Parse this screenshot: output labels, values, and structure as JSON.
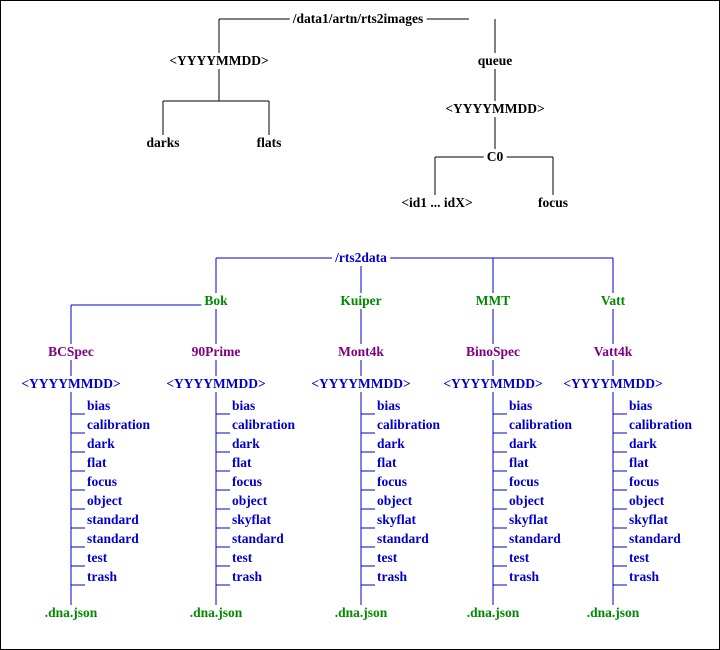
{
  "colors": {
    "black": "#000000",
    "blue": "#0000cc",
    "green": "#008a00",
    "purple": "#800080"
  },
  "top_tree": {
    "root": "/data1/artn/rts2images",
    "date_left": "<YYYYMMDD>",
    "darks": "darks",
    "flats": "flats",
    "queue": "queue",
    "date_right": "<YYYYMMDD>",
    "c0": "C0",
    "ids": "<id1 ... idX>",
    "focus": "focus"
  },
  "bottom_tree": {
    "root": "/rts2data",
    "telescopes": [
      {
        "name": "Bok",
        "instruments": [
          {
            "name": "BCSpec",
            "date": "<YYYYMMDD>",
            "folders": [
              "bias",
              "calibration",
              "dark",
              "flat",
              "focus",
              "object",
              "standard",
              "standard",
              "test",
              "trash"
            ],
            "file": ".dna.json"
          },
          {
            "name": "90Prime",
            "date": "<YYYYMMDD>",
            "folders": [
              "bias",
              "calibration",
              "dark",
              "flat",
              "focus",
              "object",
              "skyflat",
              "standard",
              "test",
              "trash"
            ],
            "file": ".dna.json"
          }
        ]
      },
      {
        "name": "Kuiper",
        "instruments": [
          {
            "name": "Mont4k",
            "date": "<YYYYMMDD>",
            "folders": [
              "bias",
              "calibration",
              "dark",
              "flat",
              "focus",
              "object",
              "skyflat",
              "standard",
              "test",
              "trash"
            ],
            "file": ".dna.json"
          }
        ]
      },
      {
        "name": "MMT",
        "instruments": [
          {
            "name": "BinoSpec",
            "date": "<YYYYMMDD>",
            "folders": [
              "bias",
              "calibration",
              "dark",
              "flat",
              "focus",
              "object",
              "skyflat",
              "standard",
              "test",
              "trash"
            ],
            "file": ".dna.json"
          }
        ]
      },
      {
        "name": "Vatt",
        "instruments": [
          {
            "name": "Vatt4k",
            "date": "<YYYYMMDD>",
            "folders": [
              "bias",
              "calibration",
              "dark",
              "flat",
              "focus",
              "object",
              "skyflat",
              "standard",
              "test",
              "trash"
            ],
            "file": ".dna.json"
          }
        ]
      }
    ]
  }
}
